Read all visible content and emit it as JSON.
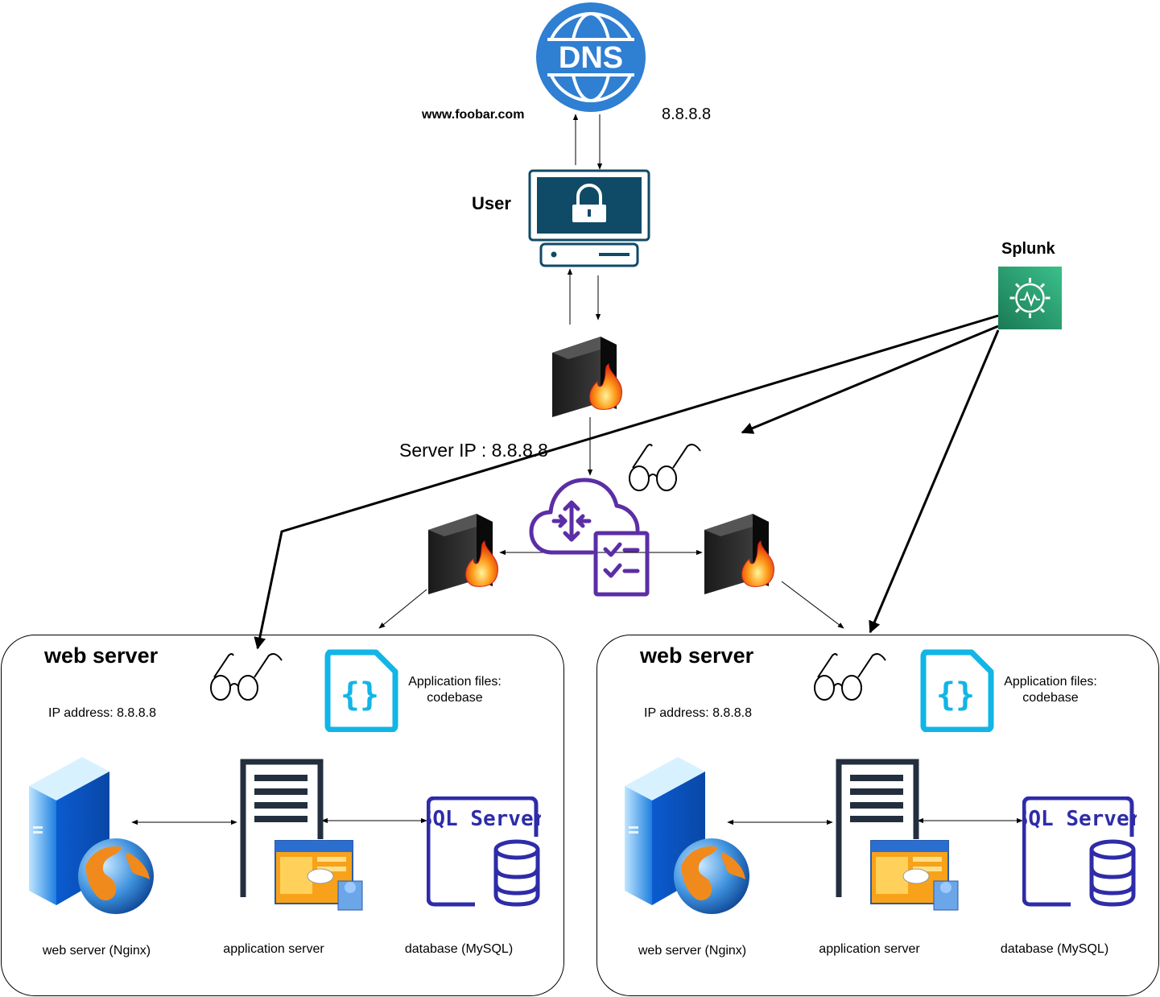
{
  "dns": {
    "icon": "dns-globe-icon",
    "label": "DNS",
    "color": "#2f7fd3"
  },
  "domain_label": "www.foobar.com",
  "dns_ip_label": "8.8.8.8",
  "user": {
    "label": "User",
    "icon": "locked-computer-icon",
    "color": "#0f4a67"
  },
  "splunk": {
    "label": "Splunk",
    "icon": "splunk-monitoring-icon",
    "color": "#1f8a6a"
  },
  "server_ip_label": "Server IP : 8.8.8.8",
  "load_balancer": {
    "icon": "cloud-load-balancer-icon",
    "color": "#5b2ea6"
  },
  "firewall": {
    "icon": "firewall-icon"
  },
  "monitor": {
    "icon": "glasses-icon"
  },
  "panels": [
    {
      "title": "web server",
      "ip_label": "IP address: 8.8.8.8",
      "app_files_label": "Application files:",
      "app_files_sub": "codebase",
      "web_server_label": "web server (Nginx)",
      "app_server_label": "application server",
      "database_label": "database (MySQL)",
      "sql_badge": "SQL Server"
    },
    {
      "title": "web server",
      "ip_label": "IP address: 8.8.8.8",
      "app_files_label": "Application files:",
      "app_files_sub": "codebase",
      "web_server_label": "web server (Nginx)",
      "app_server_label": "application server",
      "database_label": "database (MySQL)",
      "sql_badge": "SQL Server"
    }
  ]
}
